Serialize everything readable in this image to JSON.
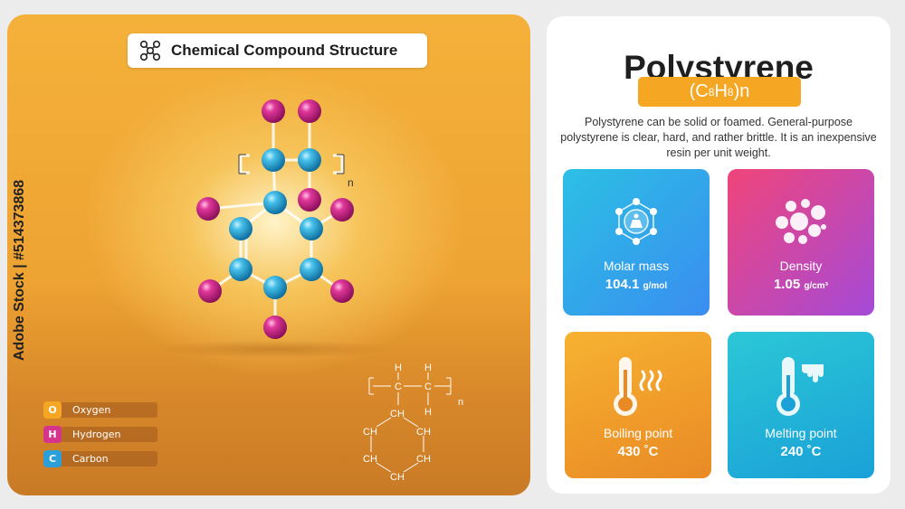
{
  "structure_panel": {
    "title": "Chemical Compound Structure",
    "repeat_subscript": "n",
    "legend": [
      {
        "letter": "O",
        "label": "Oxygen",
        "color": "#f5a623"
      },
      {
        "letter": "H",
        "label": "Hydrogen",
        "color": "#d6338c"
      },
      {
        "letter": "C",
        "label": "Carbon",
        "color": "#2b9fd9"
      }
    ],
    "formula_diagram": {
      "h_top_left": "H",
      "h_top_right": "H",
      "c_left": "C",
      "c_right": "C",
      "h_mid": "H",
      "repeat": "n",
      "ring": [
        "CH",
        "CH",
        "CH",
        "CH",
        "CH",
        "CH"
      ]
    },
    "side_caption": "Adobe Stock | #514373868"
  },
  "compound": {
    "name": "Polystyrene",
    "formula": {
      "c": "C",
      "c_sub": "8",
      "h": "H",
      "h_sub": "8",
      "suffix": "n",
      "open": "(",
      "close": ")"
    },
    "description": "Polystyrene can be solid or foamed. General-purpose polystyrene is clear, hard, and rather brittle. It is an inexpensive resin per unit weight."
  },
  "properties": {
    "molar_mass": {
      "label": "Molar mass",
      "value": "104.1",
      "unit": "g/mol",
      "icon": "molecule-weight-icon"
    },
    "density": {
      "label": "Density",
      "value": "1.05",
      "unit": "g/cm³",
      "icon": "bubbles-icon"
    },
    "boiling_point": {
      "label": "Boiling point",
      "value": "430",
      "unit": "˚C",
      "icon": "thermometer-hot-icon"
    },
    "melting_point": {
      "label": "Melting point",
      "value": "240",
      "unit": "˚C",
      "icon": "thermometer-melt-icon"
    }
  },
  "colors": {
    "accent_orange": "#f5a623",
    "hydrogen_pink": "#d6338c",
    "carbon_blue": "#2b9fd9"
  }
}
